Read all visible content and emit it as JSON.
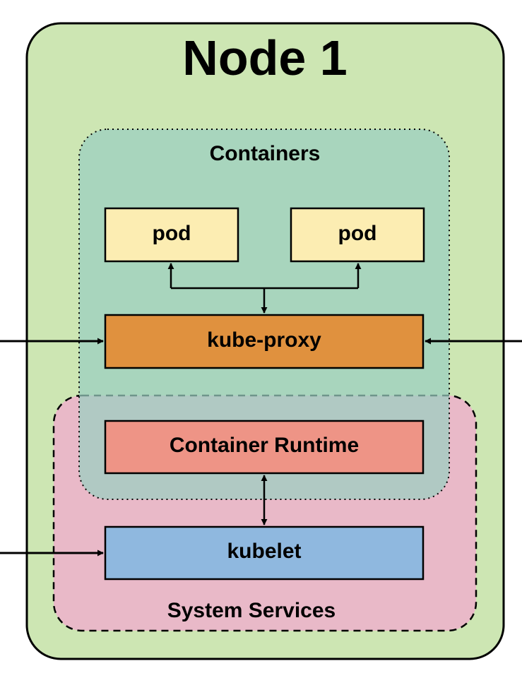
{
  "node": {
    "title": "Node 1",
    "fill_color": "#cde6b3",
    "stroke_color": "#000000"
  },
  "containers_group": {
    "label": "Containers",
    "fill_color": "#a9d6c2",
    "border_style": "dotted"
  },
  "system_services_group": {
    "label": "System Services",
    "fill_color": "#e9b9c8",
    "border_style": "dashed"
  },
  "boxes": {
    "pod_left": {
      "label": "pod",
      "color": "#fcedb2"
    },
    "pod_right": {
      "label": "pod",
      "color": "#fcedb2"
    },
    "kube_proxy": {
      "label": "kube-proxy",
      "color": "#e0913e"
    },
    "container_runtime": {
      "label": "Container Runtime",
      "color": "#ee9486"
    },
    "kubelet": {
      "label": "kubelet",
      "color": "#8fb8df"
    }
  },
  "connections": [
    {
      "from": "external-left",
      "to": "kube-proxy"
    },
    {
      "from": "external-right",
      "to": "kube-proxy"
    },
    {
      "from": "external-left",
      "to": "kubelet"
    },
    {
      "from": "kube-proxy",
      "to": "pod",
      "bidirectional_bus": true
    },
    {
      "from": "container-runtime",
      "to": "kubelet",
      "bidirectional": true
    }
  ]
}
